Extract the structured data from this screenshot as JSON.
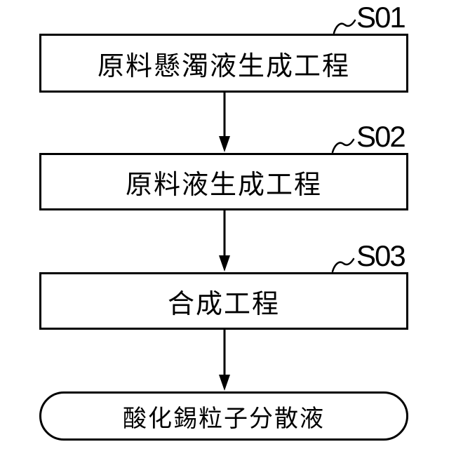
{
  "figure": {
    "type": "flowchart",
    "orientation": "vertical",
    "colors": {
      "line": "#000000",
      "background": "#ffffff",
      "box_fill": "#ffffff"
    },
    "steps": [
      {
        "id": "S01",
        "label": "原料懸濁液生成工程"
      },
      {
        "id": "S02",
        "label": "原料液生成工程"
      },
      {
        "id": "S03",
        "label": "合成工程"
      }
    ],
    "result": {
      "label": "酸化錫粒子分散液"
    }
  }
}
